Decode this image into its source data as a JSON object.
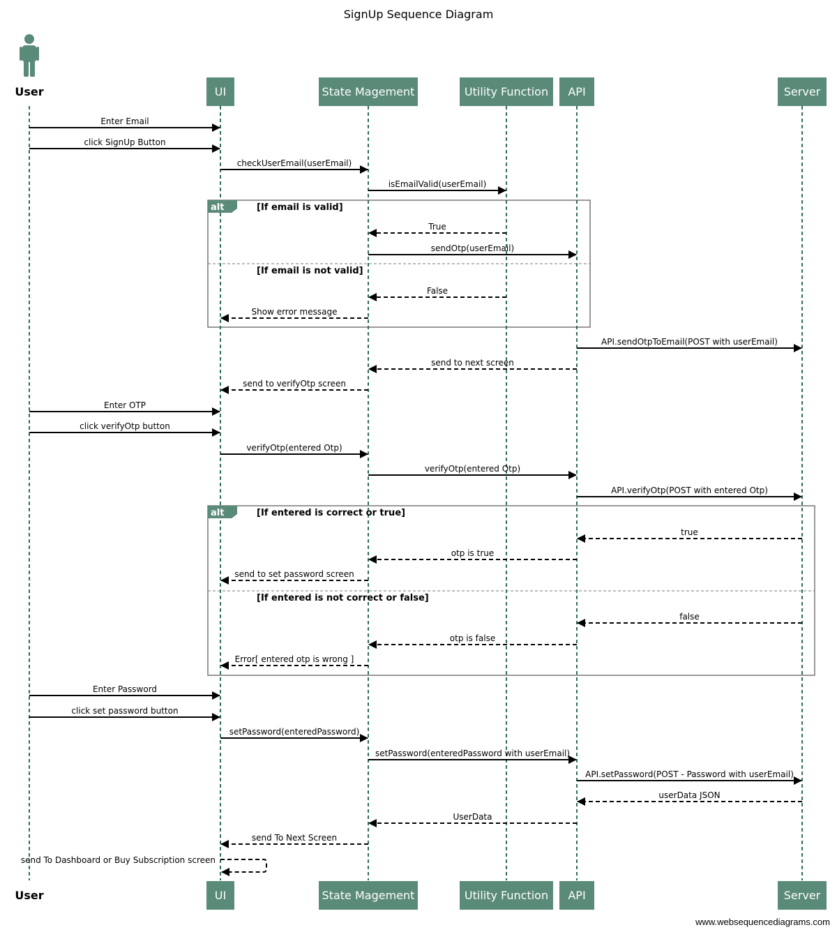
{
  "title": "SignUp Sequence Diagram",
  "watermark": "www.websequencediagrams.com",
  "colors": {
    "participant": "#5a8a78",
    "lifeline": "#2f6e5b",
    "arrow": "#000000"
  },
  "participants": [
    {
      "id": "user",
      "label": "User",
      "kind": "actor"
    },
    {
      "id": "ui",
      "label": "UI",
      "kind": "box"
    },
    {
      "id": "state",
      "label": "State Magement",
      "kind": "box"
    },
    {
      "id": "util",
      "label": "Utility Function",
      "kind": "box"
    },
    {
      "id": "api",
      "label": "API",
      "kind": "box"
    },
    {
      "id": "server",
      "label": "Server",
      "kind": "box"
    }
  ],
  "messages": [
    {
      "from": "user",
      "to": "ui",
      "text": "Enter Email",
      "style": "solid"
    },
    {
      "from": "user",
      "to": "ui",
      "text": "click SignUp Button",
      "style": "solid"
    },
    {
      "from": "ui",
      "to": "state",
      "text": "checkUserEmail(userEmail)",
      "style": "solid"
    },
    {
      "from": "state",
      "to": "util",
      "text": "isEmailValid(userEmail)",
      "style": "solid"
    },
    {
      "from": "util",
      "to": "state",
      "text": "True",
      "style": "dashed"
    },
    {
      "from": "state",
      "to": "api",
      "text": "sendOtp(userEmail)",
      "style": "solid"
    },
    {
      "from": "util",
      "to": "state",
      "text": "False",
      "style": "dashed"
    },
    {
      "from": "state",
      "to": "ui",
      "text": "Show error message",
      "style": "dashed"
    },
    {
      "from": "api",
      "to": "server",
      "text": "API.sendOtpToEmail(POST with userEmail)",
      "style": "solid"
    },
    {
      "from": "api",
      "to": "state",
      "text": "send to next screen",
      "style": "dashed"
    },
    {
      "from": "state",
      "to": "ui",
      "text": "send to verifyOtp screen",
      "style": "dashed"
    },
    {
      "from": "user",
      "to": "ui",
      "text": "Enter OTP",
      "style": "solid"
    },
    {
      "from": "user",
      "to": "ui",
      "text": "click verifyOtp button",
      "style": "solid"
    },
    {
      "from": "ui",
      "to": "state",
      "text": "verifyOtp(entered Otp)",
      "style": "solid"
    },
    {
      "from": "state",
      "to": "api",
      "text": "verifyOtp(entered Otp)",
      "style": "solid"
    },
    {
      "from": "api",
      "to": "server",
      "text": "API.verifyOtp(POST with entered Otp)",
      "style": "solid"
    },
    {
      "from": "server",
      "to": "api",
      "text": "true",
      "style": "dashed"
    },
    {
      "from": "api",
      "to": "state",
      "text": "otp is true",
      "style": "dashed"
    },
    {
      "from": "state",
      "to": "ui",
      "text": "send to set password screen",
      "style": "dashed"
    },
    {
      "from": "server",
      "to": "api",
      "text": "false",
      "style": "dashed"
    },
    {
      "from": "api",
      "to": "state",
      "text": "otp is false",
      "style": "dashed"
    },
    {
      "from": "state",
      "to": "ui",
      "text": "Error[ entered otp is wrong ]",
      "style": "dashed"
    },
    {
      "from": "user",
      "to": "ui",
      "text": "Enter Password",
      "style": "solid"
    },
    {
      "from": "user",
      "to": "ui",
      "text": "click set password button",
      "style": "solid"
    },
    {
      "from": "ui",
      "to": "state",
      "text": "setPassword(enteredPassword)",
      "style": "solid"
    },
    {
      "from": "state",
      "to": "api",
      "text": "setPassword(enteredPassword with userEmail)",
      "style": "solid"
    },
    {
      "from": "api",
      "to": "server",
      "text": "API.setPassword(POST - Password with userEmail)",
      "style": "solid"
    },
    {
      "from": "server",
      "to": "api",
      "text": "userData JSON",
      "style": "dashed"
    },
    {
      "from": "api",
      "to": "state",
      "text": "UserData",
      "style": "dashed"
    },
    {
      "from": "state",
      "to": "ui",
      "text": "send To Next Screen",
      "style": "dashed"
    },
    {
      "from": "ui",
      "to": "ui",
      "text": "send To Dashboard or Buy Subscription screen",
      "style": "dashed",
      "self": true
    }
  ],
  "fragments": [
    {
      "type": "alt",
      "from": "ui",
      "to": "api",
      "first": 4,
      "last": 7,
      "guards": [
        "[If email is valid]",
        "[If email is not valid]"
      ],
      "split_after": 5
    },
    {
      "type": "alt",
      "from": "ui",
      "to": "server",
      "first": 16,
      "last": 21,
      "guards": [
        "[If entered is correct or true]",
        "[If entered is not correct or false]"
      ],
      "split_after": 18
    }
  ]
}
